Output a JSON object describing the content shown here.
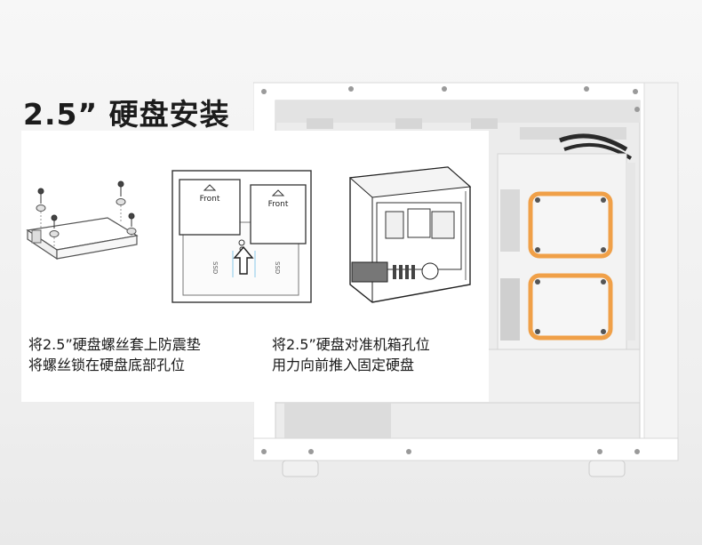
{
  "page": {
    "title": "2.5” 硬盘安装"
  },
  "steps": [
    {
      "caption_line1": "将2.5”硬盘螺丝套上防震垫",
      "caption_line2": "将螺丝锁在硬盘底部孔位"
    },
    {
      "caption_line1": "将2.5”硬盘对准机箱孔位",
      "caption_line2": "用力向前推入固定硬盘"
    }
  ],
  "diagram_labels": {
    "tray_label": "Front",
    "bay_label": "SSD"
  },
  "colors": {
    "fan_glow": "#f0a048",
    "title": "#1c1c1c"
  }
}
